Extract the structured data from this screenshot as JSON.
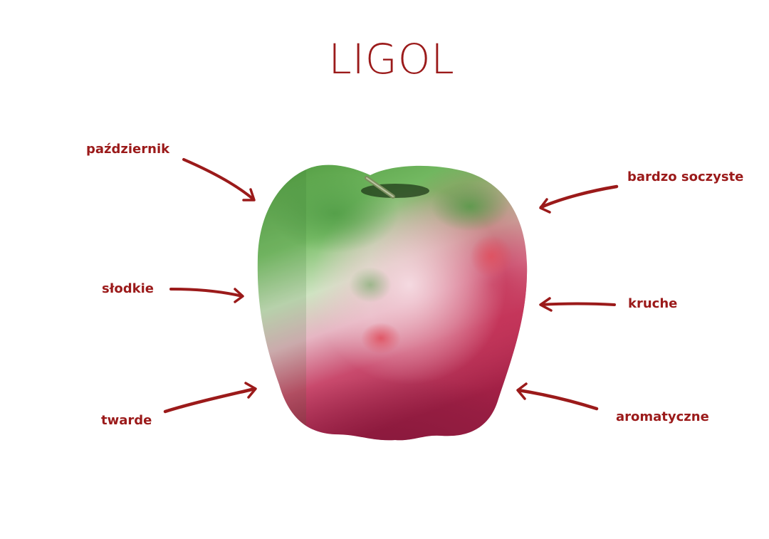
{
  "title": "LIGOL",
  "colors": {
    "accent": "#9b1a1a",
    "background": "#ffffff",
    "apple_green": "#5aa64a",
    "apple_red": "#b8284f"
  },
  "illustration": {
    "subject": "apple",
    "icon": "apple-icon"
  },
  "labels": {
    "harvest_month": "październik",
    "sweet": "słodkie",
    "firm": "twarde",
    "very_juicy": "bardzo soczyste",
    "crisp": "kruche",
    "aromatic": "aromatyczne"
  }
}
